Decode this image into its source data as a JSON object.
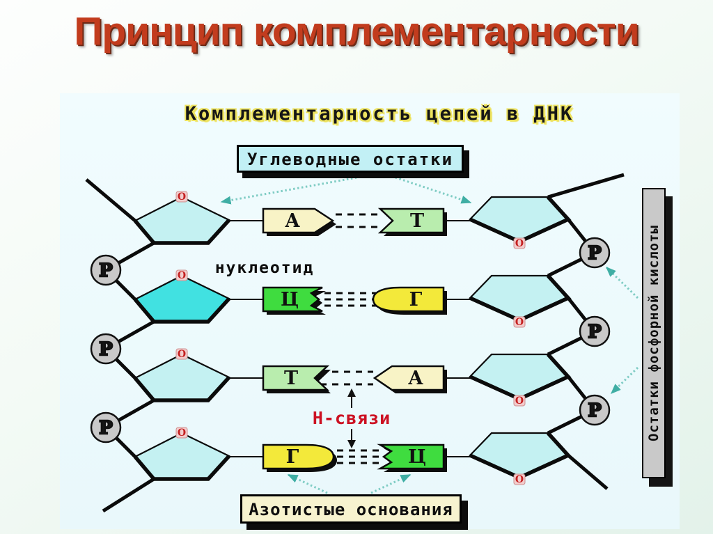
{
  "slide_title": "Принцип комплементарности",
  "diagram": {
    "title": "Комплементарность цепей в ДНК",
    "labels": {
      "sugar": "Углеводные остатки",
      "nucleotide": "нуклеотид",
      "h_bonds": "Н-связи",
      "nitrogen_bases": "Азотистые основания",
      "phosphate": "Остатки фосфорной кислоты"
    },
    "oxygen_symbol": "O",
    "phosphate_symbol": "P",
    "base_pairs": [
      {
        "left": "А",
        "right": "Т"
      },
      {
        "left": "Ц",
        "right": "Г"
      },
      {
        "left": "Т",
        "right": "А"
      },
      {
        "left": "Г",
        "right": "Ц"
      }
    ],
    "colors": {
      "title_red": "#c23c1e",
      "title_shadow": "#6e2a16",
      "diagram_title_glow": "#ede25e",
      "sugar_box_bg": "#c2f0f5",
      "nitrogen_box_bg": "#f7f3cf",
      "phosphate_box_bg": "#c9c9c9",
      "hbond_label_red": "#cc1122",
      "sugar_light": "#c4f1f2",
      "sugar_bright": "#41e1e1",
      "adenine_pale_yellow": "#f8f3c6",
      "thymine_pale_green": "#b9edae",
      "cytosine_green": "#3fdc3f",
      "guanine_yellow": "#f3e93a",
      "phosphate_gray": "#c9c9c9",
      "oxygen_bg": "#f2cdcd",
      "oxygen_red": "#c42020",
      "arrow_teal": "#7fccc4",
      "arrow_teal_dark": "#3faea4"
    }
  }
}
